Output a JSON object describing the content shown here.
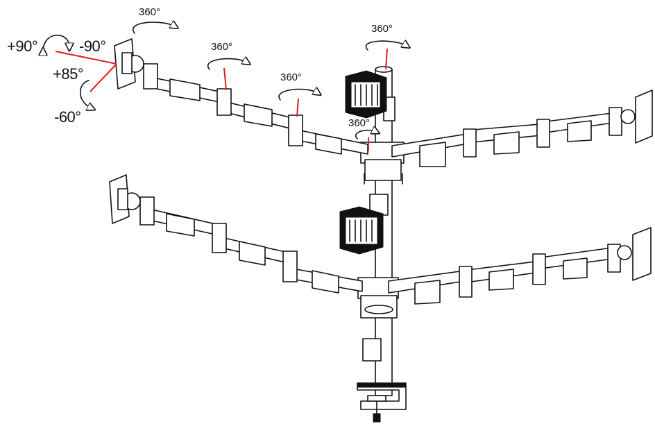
{
  "colors": {
    "line": "#111111",
    "accent": "#e11d1d",
    "background": "#ffffff"
  },
  "labels": {
    "tilt_up": "+90°",
    "tilt_down": "-90°",
    "swivel_up": "+85°",
    "swivel_down": "-60°",
    "rotate_head": "360°",
    "rotate_joint_1": "360°",
    "rotate_joint_2": "360°",
    "rotate_pole_top": "360°",
    "rotate_center_head": "360°"
  }
}
